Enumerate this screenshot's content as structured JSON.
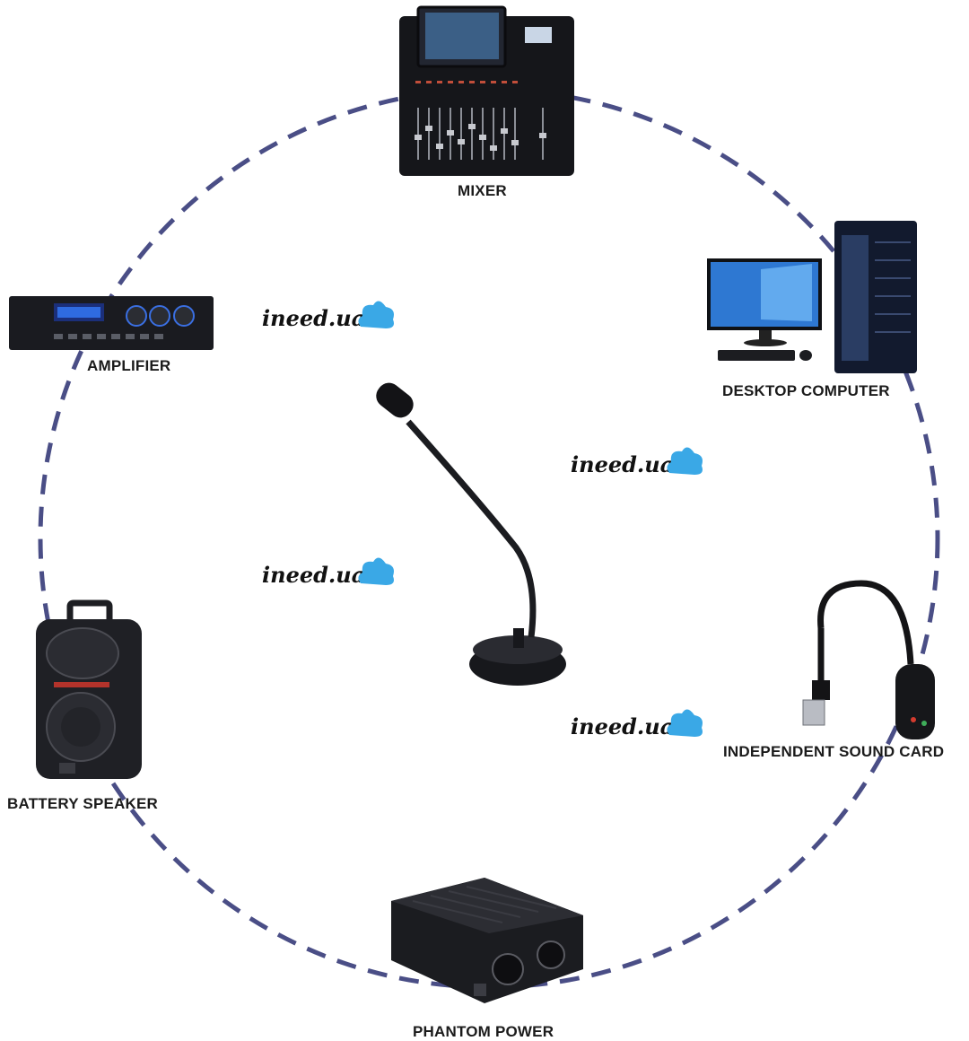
{
  "devices": {
    "mixer": {
      "label": "MIXER",
      "icon": "mixer-icon"
    },
    "desktop_computer": {
      "label": "DESKTOP COMPUTER",
      "icon": "desktop-computer-icon"
    },
    "amplifier": {
      "label": "AMPLIFIER",
      "icon": "amplifier-icon"
    },
    "battery_speaker": {
      "label": "BATTERY SPEAKER",
      "icon": "battery-speaker-icon"
    },
    "independent_sound_card": {
      "label": "INDEPENDENT SOUND CARD",
      "icon": "usb-sound-card-icon"
    },
    "phantom_power": {
      "label": "PHANTOM POWER",
      "icon": "phantom-power-icon"
    },
    "center": {
      "icon": "gooseneck-microphone-icon"
    }
  },
  "watermarks": [
    "ineed.ua",
    "ineed.ua",
    "ineed.ua",
    "ineed.ua"
  ],
  "colors": {
    "ring": "#4a4e86",
    "label": "#1b1b1b",
    "cloud": "#3aa8e6",
    "device": "#1e1f24"
  }
}
